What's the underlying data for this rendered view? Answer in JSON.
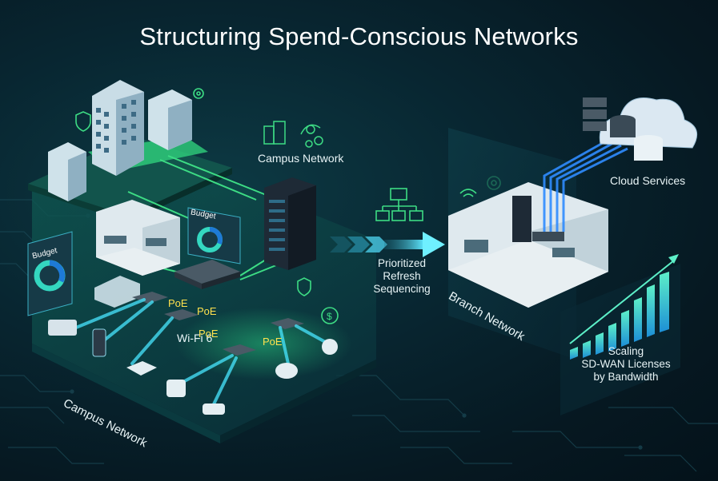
{
  "title": "Structuring Spend-Conscious Networks",
  "labels": {
    "campus_network_top": "Campus Network",
    "cloud_services": "Cloud Services",
    "prioritized_refresh": [
      "Prioritized",
      "Refresh",
      "Sequencing"
    ],
    "scaling_sdwan": [
      "Scaling",
      "SD-WAN Licenses",
      "by Bandwidth"
    ],
    "wifi6": "Wi-Fi 6",
    "campus_network_bottom": "Campus Network",
    "branch_network": "Branch Network",
    "poe": [
      "PoE",
      "PoE",
      "PoE",
      "PoE"
    ],
    "budget": [
      "Budget",
      "Budget"
    ]
  },
  "colors": {
    "accent_green": "#3ddc84",
    "accent_cyan": "#37d6e6",
    "poe_yellow": "#ffe14d",
    "link_blue": "#2f8cff"
  },
  "icons": [
    "shield-icon",
    "gear-icon",
    "building-icon",
    "people-network-icon",
    "dollar-cycle-icon",
    "wifi-icon",
    "network-tree-icon",
    "cloud-icon"
  ]
}
